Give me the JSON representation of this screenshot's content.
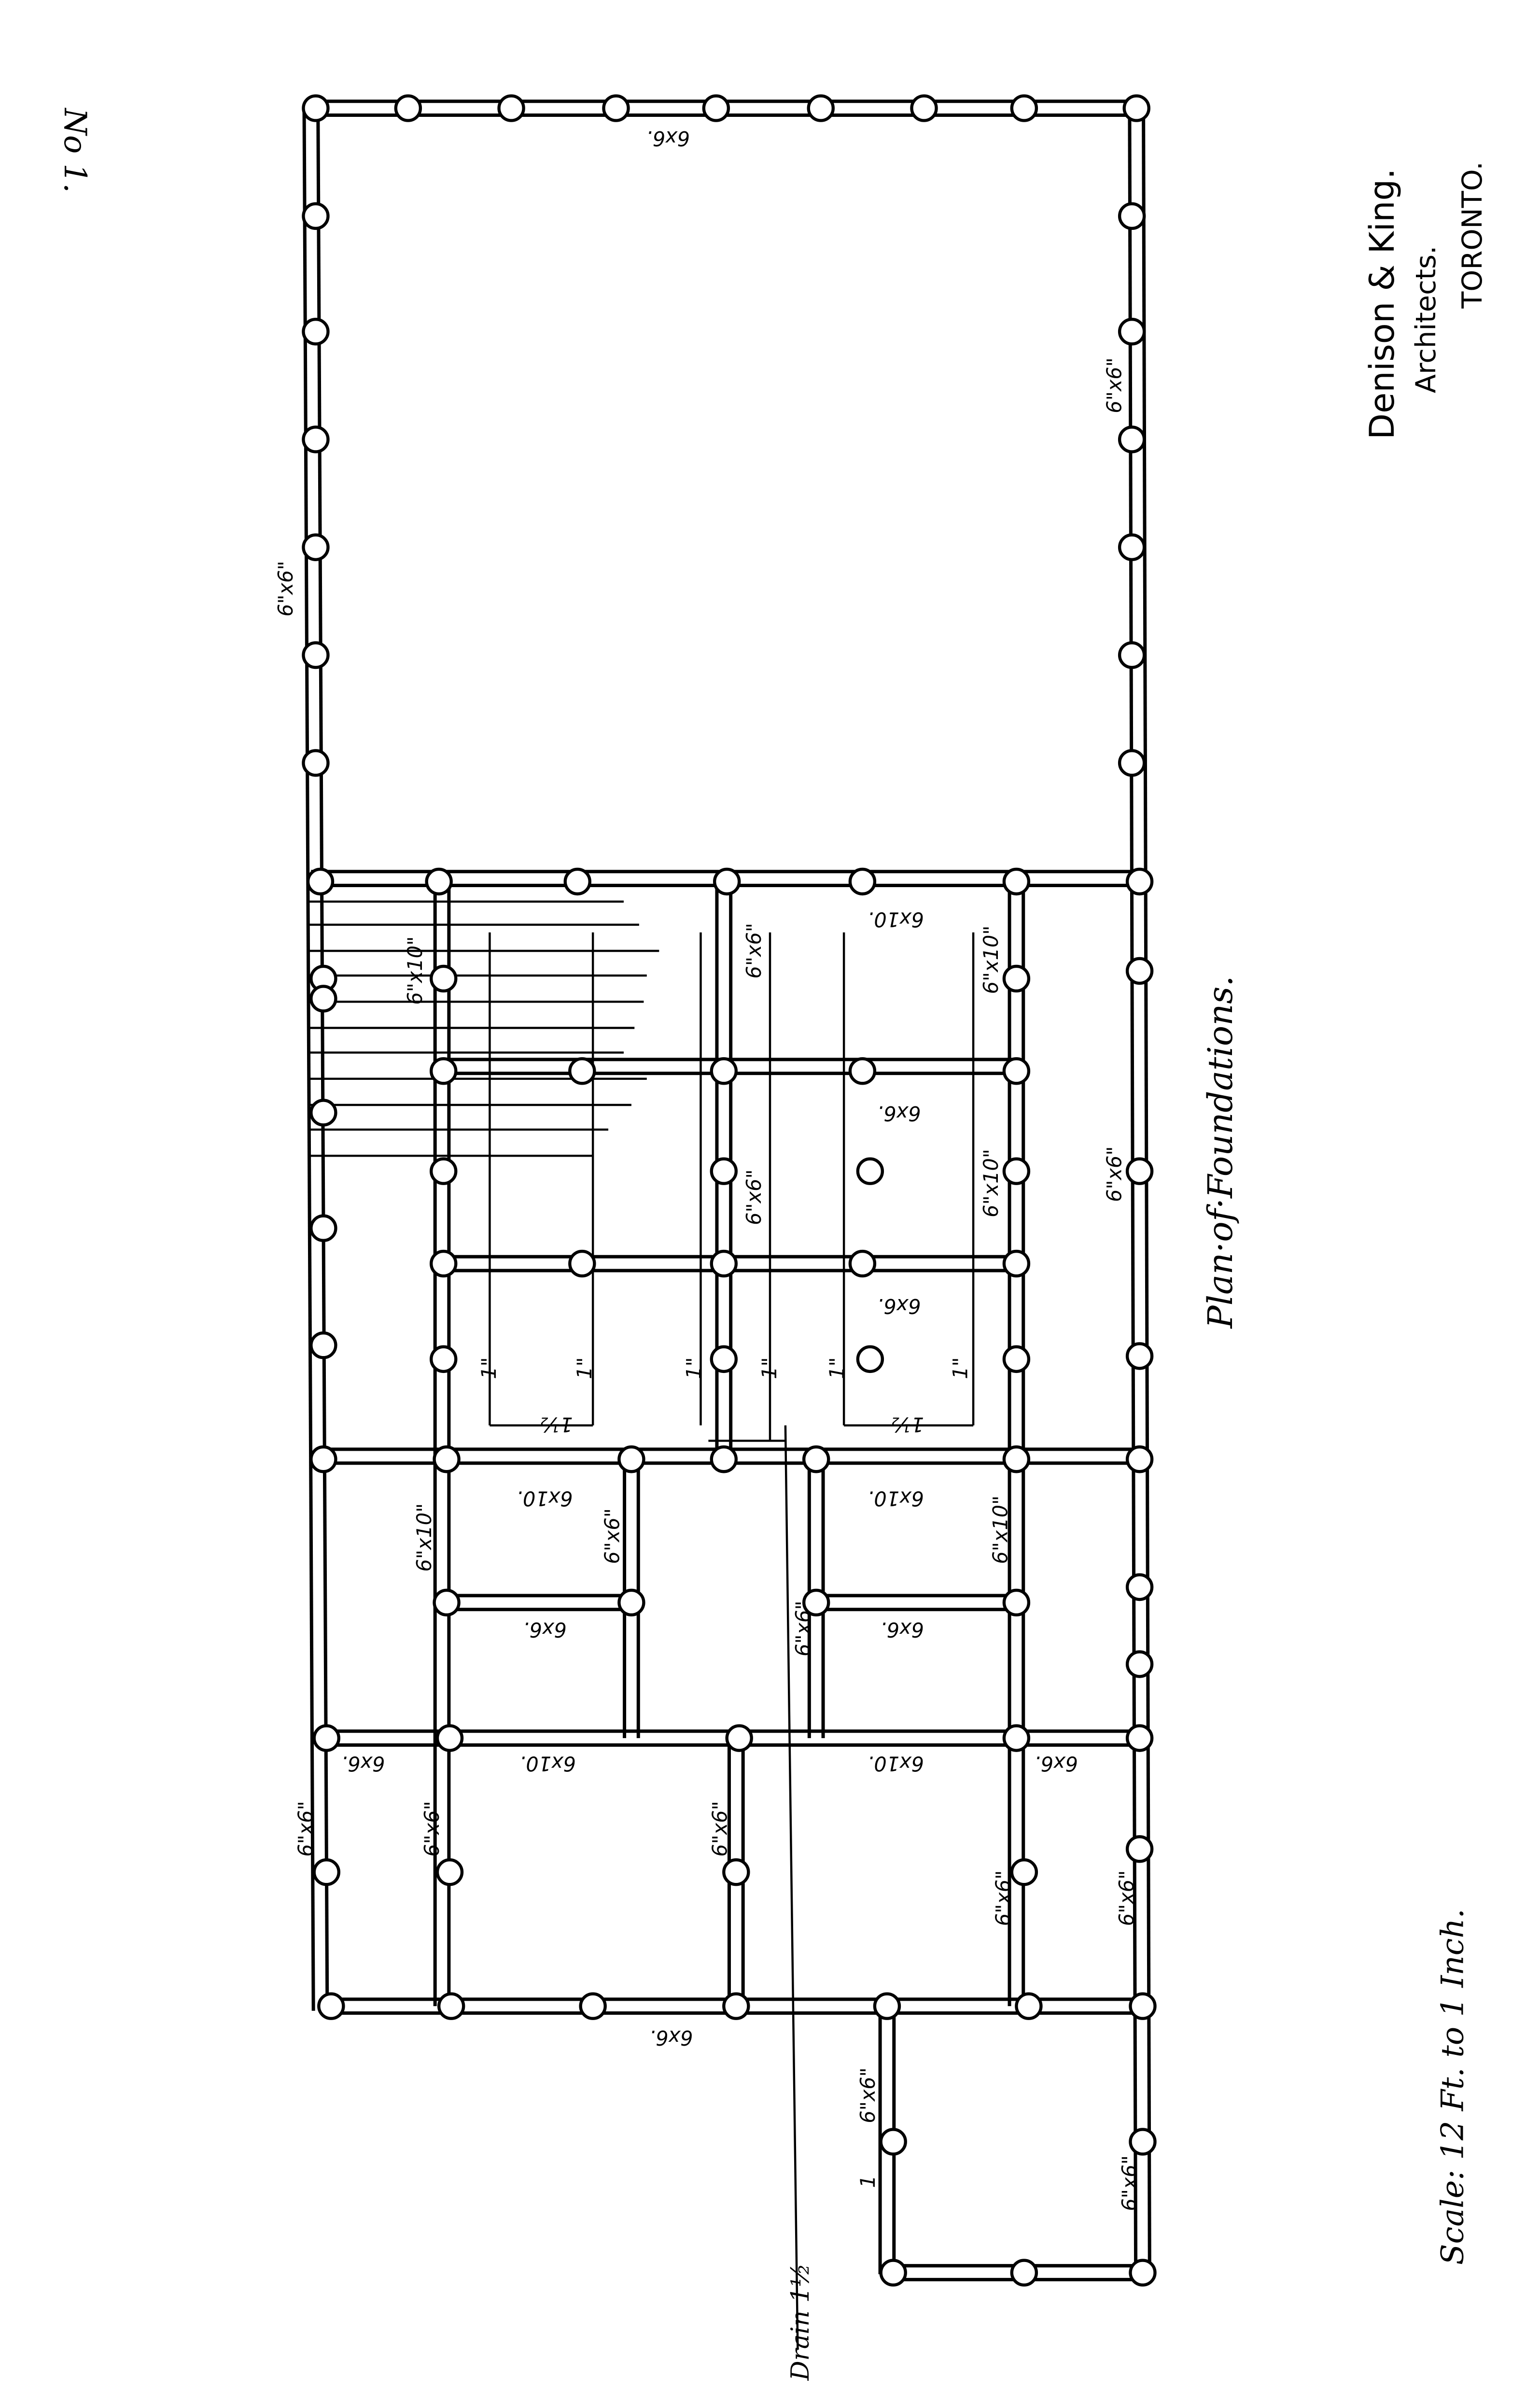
{
  "sheet_number": "No 1.",
  "firm": {
    "name": "Denison & King.",
    "role": "Architects.",
    "city": "TORONTO."
  },
  "title": "Plan·of·Foundations.",
  "scale": "Scale: 12 Ft. to 1 Inch.",
  "drain": "Drain 1½",
  "dims": {
    "s6x6": "6\"x6\"",
    "s6x10": "6\"x10\"",
    "j6x6": "6x6.",
    "j6x10": "6x10.",
    "one_inch": "1\"",
    "one_half": "1½"
  },
  "one_mark": "1"
}
